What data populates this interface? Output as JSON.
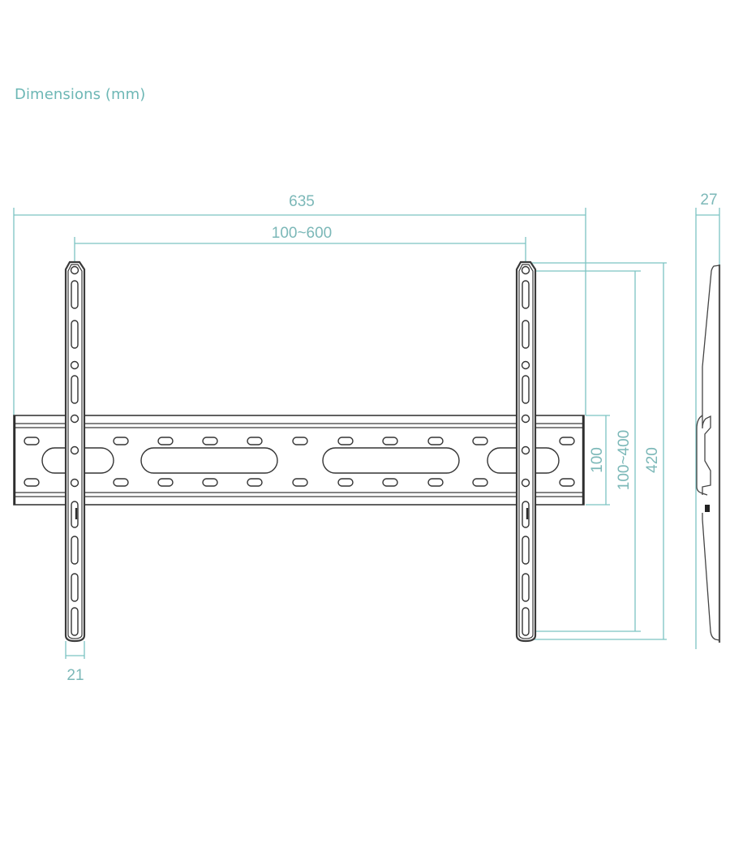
{
  "title": "Dimensions (mm)",
  "colors": {
    "dimension_line": "#7cc4c2",
    "dimension_text": "#7cb8b8",
    "title": "#6db7b5",
    "outline": "#3a3a3a",
    "background": "#ffffff"
  },
  "dimensions": {
    "overall_width": {
      "label": "635",
      "orientation": "horizontal"
    },
    "vesa_horizontal": {
      "label": "100~600",
      "orientation": "horizontal"
    },
    "rail_width": {
      "label": "21",
      "orientation": "horizontal"
    },
    "profile_depth": {
      "label": "27",
      "orientation": "horizontal"
    },
    "bar_height": {
      "label": "100",
      "orientation": "vertical"
    },
    "vesa_vertical": {
      "label": "100~400",
      "orientation": "vertical"
    },
    "overall_height": {
      "label": "420",
      "orientation": "vertical"
    }
  },
  "views": {
    "front": {
      "name": "front-view",
      "parts": [
        "wall-plate",
        "left-rail",
        "right-rail"
      ]
    },
    "side": {
      "name": "side-profile-view"
    }
  }
}
